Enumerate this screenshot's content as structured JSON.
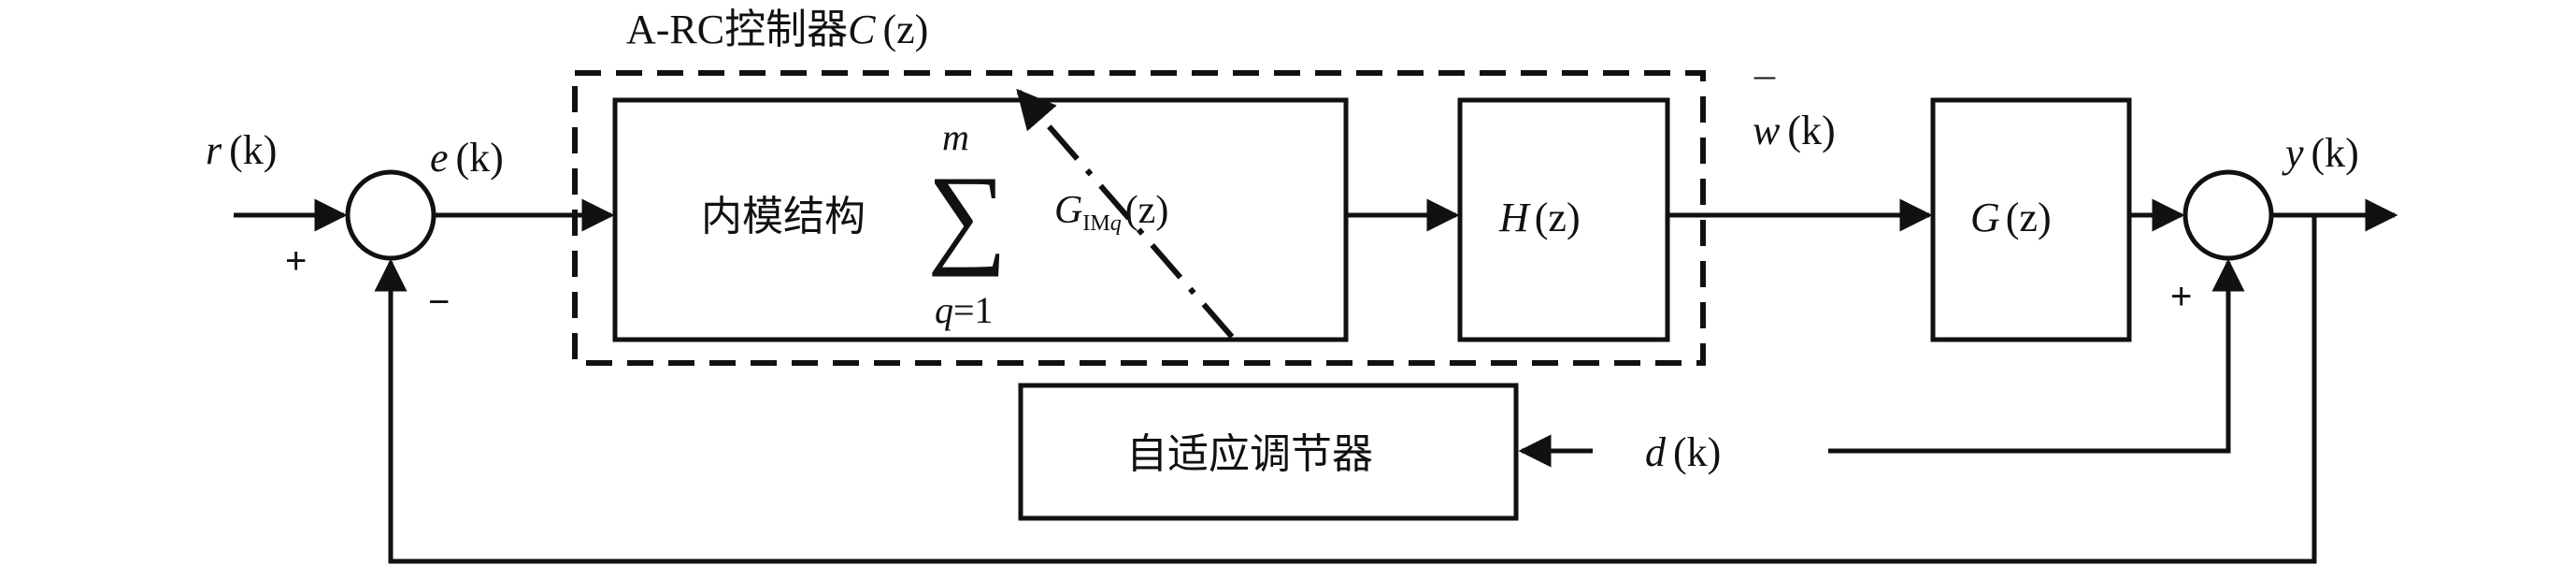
{
  "controller_title": {
    "text": "A-RC控制器",
    "var": "C",
    "arg": "(z)"
  },
  "inputs": {
    "r": {
      "var": "r",
      "arg": "(k)"
    },
    "e": {
      "var": "e",
      "arg": "(k)"
    },
    "w": {
      "var": "w",
      "bar": "¯",
      "arg": "(k)"
    },
    "y": {
      "var": "y",
      "arg": "(k)"
    },
    "d": {
      "var": "d",
      "arg": "(k)"
    }
  },
  "blocks": {
    "internal_model": {
      "label": "内模结构",
      "sum_symbol": "∑",
      "upper": "m",
      "lower_var": "q",
      "lower_eq": "=1",
      "g": "G",
      "g_sub": "IM",
      "g_sub_q": "q",
      "g_arg": "(z)"
    },
    "h": {
      "var": "H",
      "arg": "(z)"
    },
    "g": {
      "var": "G",
      "arg": "(z)"
    },
    "adaptive": {
      "label": "自适应调节器"
    }
  },
  "signs": {
    "s1_plus": "+",
    "s1_minus": "−",
    "s2_plus": "+"
  },
  "colors": {
    "stroke": "#111111",
    "background": "#ffffff"
  }
}
